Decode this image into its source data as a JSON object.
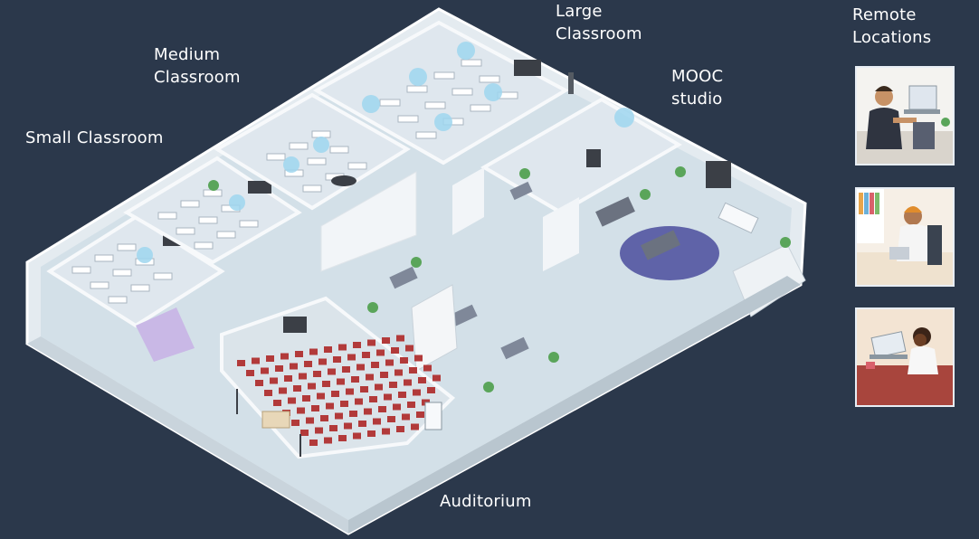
{
  "labels": {
    "small_classroom": "Small Classroom",
    "medium_classroom": "Medium\nClassroom",
    "large_classroom": "Large\nClassroom",
    "mooc_studio": "MOOC\nstudio",
    "remote_locations": "Remote\nLocations",
    "auditorium": "Auditorium"
  },
  "colors": {
    "background": "#2b384b",
    "floor": "#d5e2ea",
    "wall": "#f2f5f8",
    "seat": "#b23a3a",
    "rug": "#5f63a8",
    "ceiling_mic_glow": "#9fd6ef"
  },
  "remote_thumbnails": [
    {
      "icon": "person-at-laptop-icon"
    },
    {
      "icon": "person-at-desk-icon"
    },
    {
      "icon": "person-on-video-call-icon"
    }
  ]
}
